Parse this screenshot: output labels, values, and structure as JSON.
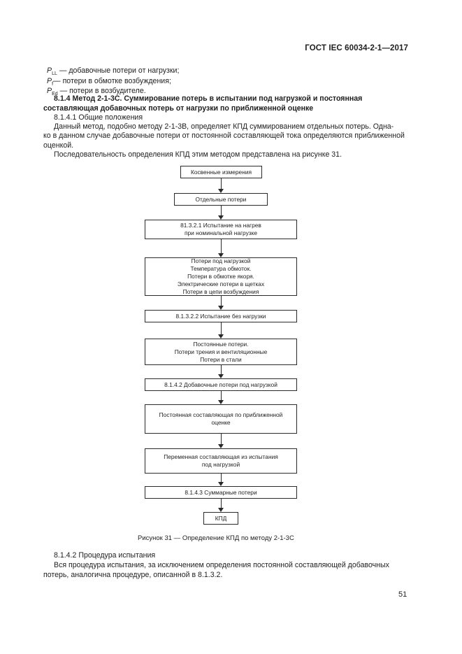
{
  "header": {
    "standard": "ГОСТ IEC 60034-2-1—2017"
  },
  "symbols": [
    {
      "sym": "P",
      "sub": "LL",
      "text": " — добавочные потери от нагрузки;"
    },
    {
      "sym": "P",
      "sub": "f",
      "text": "— потери в обмотке возбуждения;"
    },
    {
      "sym": "P",
      "sub": "Ed",
      "text": " — потери в возбудителе."
    }
  ],
  "section": {
    "title_line1": "8.1.4 Метод 2-1-3С. Суммирование потерь в испытании под нагрузкой и постоянная",
    "title_line2": "составляющая добавочных потерь от нагрузки по приближенной оценке",
    "sub1": "8.1.4.1 Общие положения",
    "para1_line1": "Данный метод, подобно методу 2-1-3В, определяет КПД суммированием отдельных потерь. Одна-",
    "para1_line2": "ко в данном случае добавочные потери от постоянной составляющей тока определяются приближенной",
    "para1_line3": "оценкой.",
    "para2": "Последовательность определения КПД этим методом представлена на рисунке 31."
  },
  "flowchart": {
    "boxes": [
      {
        "lines": [
          "Косвенные измерения"
        ]
      },
      {
        "lines": [
          "Отдельные потери"
        ]
      },
      {
        "lines": [
          "81.3.2.1 Испытание на нагрев",
          "при номинальной нагрузке"
        ]
      },
      {
        "lines": [
          "Потери под нагрузкой",
          "Температура обмоток.",
          "Потери в обмотке якоря.",
          "Электрические потери в щетках",
          "Потери в цепи возбуждения"
        ]
      },
      {
        "lines": [
          "8.1.3.2.2 Испытание без нагрузки"
        ]
      },
      {
        "lines": [
          "Постоянные потери.",
          "Потери трения и вентиляционные",
          "Потери в стали"
        ]
      },
      {
        "lines": [
          "8.1.4.2 Добавочные потери под нагрузкой"
        ]
      },
      {
        "lines": [
          "Постоянная составляющая по приближенной",
          "оценке"
        ]
      },
      {
        "lines": [
          "Переменная составляющая из испытания",
          "под нагрузкой"
        ]
      },
      {
        "lines": [
          "8.1.4.3 Суммарные потери"
        ]
      },
      {
        "lines": [
          "КПД"
        ]
      }
    ],
    "caption": "Рисунок 31 — Определение КПД по методу 2-1-3С"
  },
  "procedure": {
    "title": "8.1.4.2 Процедура испытания",
    "line1": "Вся процедура испытания, за исключением определения постоянной составляющей добавочных",
    "line2": "потерь, аналогична процедуре, описанной в 8.1.3.2."
  },
  "page_number": "51"
}
